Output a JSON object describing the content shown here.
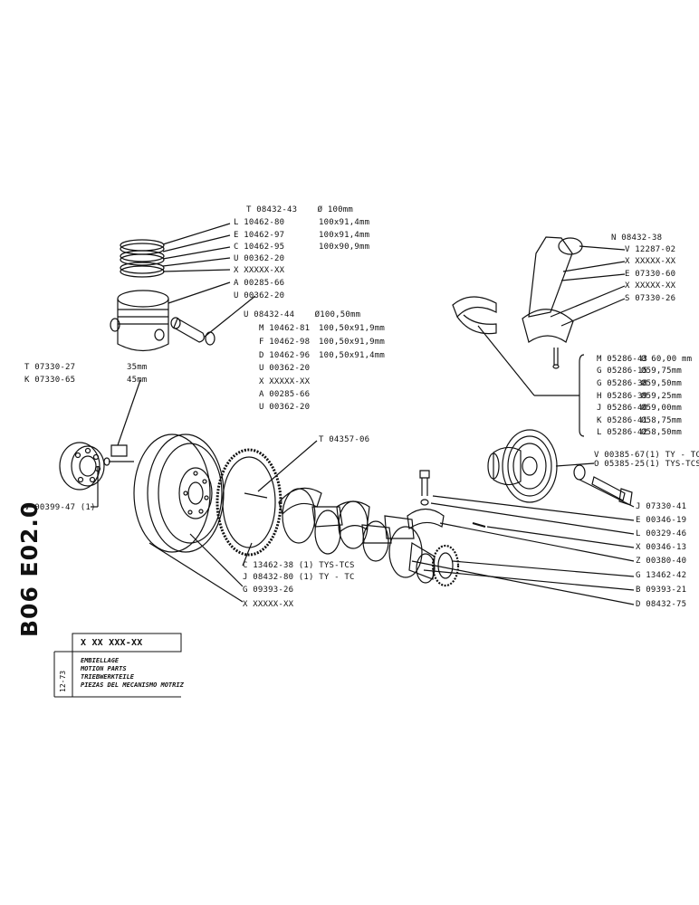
{
  "sheet": {
    "code": "B06 E02.0",
    "date_code": "12-73",
    "ref_number": "X XX XXX-XX",
    "descriptions": [
      "EMBIELLAGE",
      "MOTION PARTS",
      "TRIEBWERKTEILE",
      "PIEZAS DEL MECANISMO MOTRIZ"
    ]
  },
  "piston_group": {
    "header": {
      "part": "T 08432-43",
      "spec": "Ø 100mm"
    },
    "parts": [
      {
        "part": "L 10462-80",
        "spec": "100x91,4mm"
      },
      {
        "part": "E 10462-97",
        "spec": "100x91,4mm"
      },
      {
        "part": "C 10462-95",
        "spec": "100x90,9mm"
      },
      {
        "part": "U 00362-20",
        "spec": ""
      },
      {
        "part": "X XXXXX-XX",
        "spec": ""
      },
      {
        "part": "A 00285-66",
        "spec": ""
      },
      {
        "part": "U 00362-20",
        "spec": ""
      }
    ],
    "oversize_header": {
      "part": "U 08432-44",
      "spec": "Ø100,50mm"
    },
    "oversize_parts": [
      {
        "part": "M 10462-81",
        "spec": "100,50x91,9mm"
      },
      {
        "part": "F 10462-98",
        "spec": "100,50x91,9mm"
      },
      {
        "part": "D 10462-96",
        "spec": "100,50x91,4mm"
      },
      {
        "part": "U 00362-20",
        "spec": ""
      },
      {
        "part": "X XXXXX-XX",
        "spec": ""
      },
      {
        "part": "A 00285-66",
        "spec": ""
      },
      {
        "part": "U 00362-20",
        "spec": ""
      }
    ]
  },
  "bolts": [
    {
      "part": "T 07330-27",
      "spec": "35mm"
    },
    {
      "part": "K 07330-65",
      "spec": "45mm"
    }
  ],
  "conrod_group": [
    {
      "part": "N 08432-38"
    },
    {
      "part": "V 12287-02"
    },
    {
      "part": "X XXXXX-XX"
    },
    {
      "part": "E 07330-60"
    },
    {
      "part": "X XXXXX-XX"
    },
    {
      "part": "S 07330-26"
    }
  ],
  "bearing_shells": [
    {
      "part": "M 05286-43",
      "spec": "Ø 60,00 mm"
    },
    {
      "part": "G 05286-15",
      "spec": "Ø59,75mm"
    },
    {
      "part": "G 05286-38",
      "spec": "Ø59,50mm"
    },
    {
      "part": "H 05286-39",
      "spec": "Ø59,25mm"
    },
    {
      "part": "J 05286-40",
      "spec": "Ø59,00mm"
    },
    {
      "part": "K 05286-41",
      "spec": "Ø58,75mm"
    },
    {
      "part": "L 05286-42",
      "spec": "Ø58,50mm"
    }
  ],
  "pulley_group": [
    {
      "part": "V 00385-67(1) TY - TC"
    },
    {
      "part": "O 05385-25(1) TYS-TCS"
    }
  ],
  "crank_right": [
    {
      "part": "J 07330-41"
    },
    {
      "part": "E 00346-19"
    },
    {
      "part": "L 00329-46"
    },
    {
      "part": "X 00346-13"
    },
    {
      "part": "Z 00380-40"
    },
    {
      "part": "G 13462-42"
    },
    {
      "part": "B 09393-21"
    },
    {
      "part": "D 08432-75"
    }
  ],
  "flywheel_group": [
    {
      "part": "T 04357-06"
    },
    {
      "part": "C 13462-38 (1) TYS-TCS"
    },
    {
      "part": "J 08432-80 (1) TY - TC"
    },
    {
      "part": "G 09393-26"
    },
    {
      "part": "X XXXXX-XX"
    }
  ],
  "bearing_left": {
    "part": "V 00399-47 (1)"
  }
}
